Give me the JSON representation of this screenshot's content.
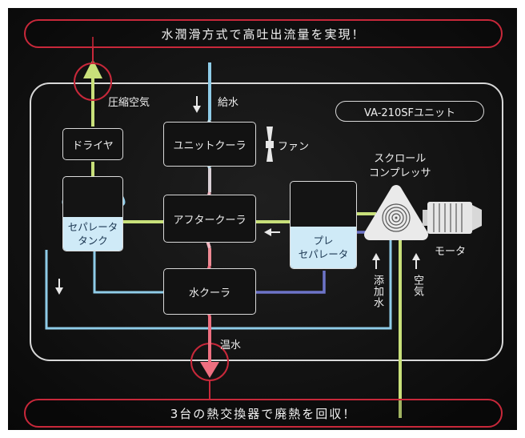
{
  "top_banner": "水潤滑方式で高吐出流量を実現！",
  "bottom_banner": "3台の熱交換器で廃熱を回収！",
  "unit_label": "VA-210SFユニット",
  "labels": {
    "compressed_air": "圧縮空気",
    "water_supply": "給水",
    "hot_water": "温水",
    "fan": "ファン",
    "scroll_compressor_line1": "スクロール",
    "scroll_compressor_line2": "コンプレッサ",
    "motor": "モータ",
    "water_addition": "添加水",
    "air": "空気"
  },
  "components": {
    "dryer": "ドライヤ",
    "unit_cooler": "ユニットクーラ",
    "after_cooler": "アフタークーラ",
    "water_cooler": "水クーラ",
    "separator_tank_line1": "セパレータ",
    "separator_tank_line2": "タンク",
    "pre_separator_line1": "プレ",
    "pre_separator_line2": "セパレータ"
  },
  "colors": {
    "air_line": "#c8e07a",
    "cold_water": "#8fcce8",
    "hot_water": "#ef8a94",
    "accent_red": "#c8283a",
    "purple_line": "#6d74c8"
  }
}
